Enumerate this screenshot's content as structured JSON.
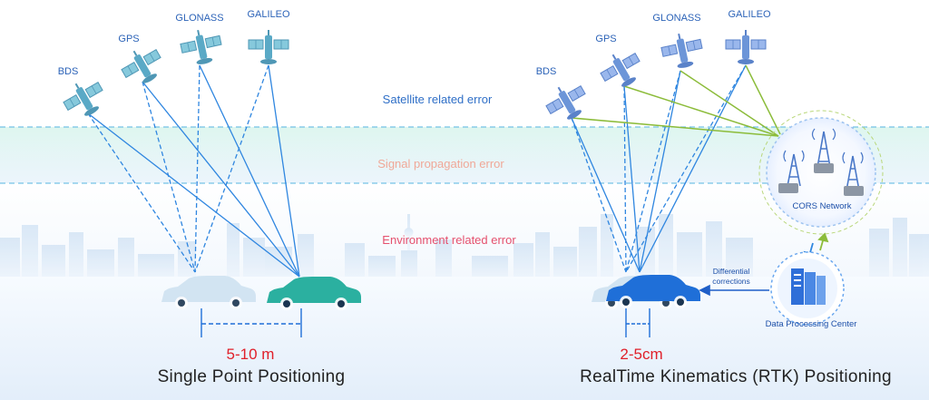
{
  "left_panel": {
    "satellites": [
      "BDS",
      "GPS",
      "GLONASS",
      "GALILEO"
    ],
    "accuracy": "5-10 m",
    "title": "Single Point Positioning"
  },
  "right_panel": {
    "satellites": [
      "BDS",
      "GPS",
      "GLONASS",
      "GALILEO"
    ],
    "cors_label": "CORS Network",
    "dpc_label": "Data Processing Center",
    "corrections_label_line1": "Differential",
    "corrections_label_line2": "corrections",
    "accuracy": "2-5cm",
    "title": "RealTime Kinematics (RTK) Positioning"
  },
  "error_bands": {
    "satellite": "Satellite related error",
    "signal": "Signal propagation error",
    "environment": "Environment related error"
  },
  "colors": {
    "satellite_error": "#2f6fc7",
    "signal_error": "#f0a898",
    "environment_error": "#e5506e",
    "signal_line": "#2f86e0",
    "cors_line": "#8cbc3a",
    "accuracy_red": "#e0202a",
    "car_green": "#2bb0a0",
    "car_blue": "#1f6fd8"
  },
  "icons": [
    "satellite-icon",
    "car-icon",
    "cell-tower-icon",
    "server-icon",
    "city-skyline"
  ]
}
